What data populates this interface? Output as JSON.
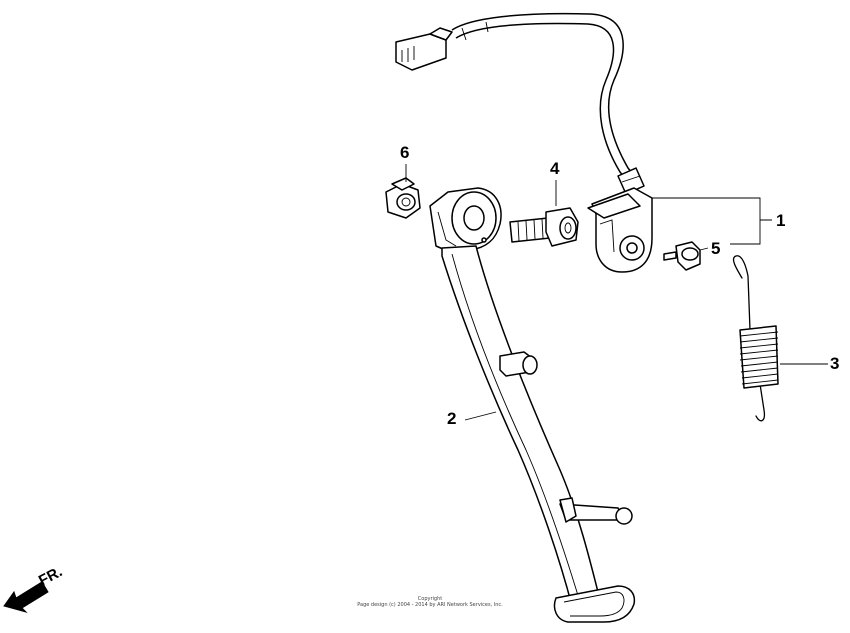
{
  "callouts": {
    "c1": "1",
    "c2": "2",
    "c3": "3",
    "c4": "4",
    "c5": "5",
    "c6": "6"
  },
  "direction": {
    "label": "FR."
  },
  "footer": {
    "line1": "Copyright",
    "line2": "Page design (c) 2004 - 2014 by ARI Network Services, Inc."
  }
}
